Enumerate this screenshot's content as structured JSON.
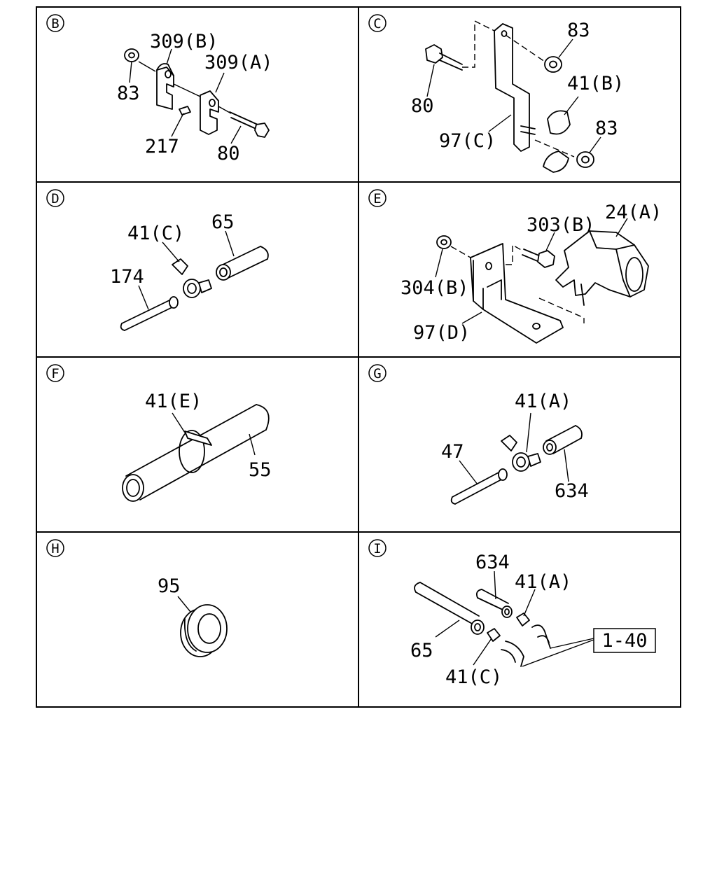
{
  "panels": [
    {
      "letter": "B",
      "labels": [
        "309(B)",
        "309(A)",
        "83",
        "217",
        "80"
      ]
    },
    {
      "letter": "C",
      "labels": [
        "83",
        "41(B)",
        "80",
        "97(C)",
        "83"
      ]
    },
    {
      "letter": "D",
      "labels": [
        "41(C)",
        "65",
        "174"
      ]
    },
    {
      "letter": "E",
      "labels": [
        "303(B)",
        "24(A)",
        "304(B)",
        "97(D)"
      ]
    },
    {
      "letter": "F",
      "labels": [
        "41(E)",
        "55"
      ]
    },
    {
      "letter": "G",
      "labels": [
        "41(A)",
        "47",
        "634"
      ]
    },
    {
      "letter": "H",
      "labels": [
        "95"
      ]
    },
    {
      "letter": "I",
      "labels": [
        "634",
        "41(A)",
        "65",
        "41(C)",
        "1-40"
      ]
    }
  ]
}
